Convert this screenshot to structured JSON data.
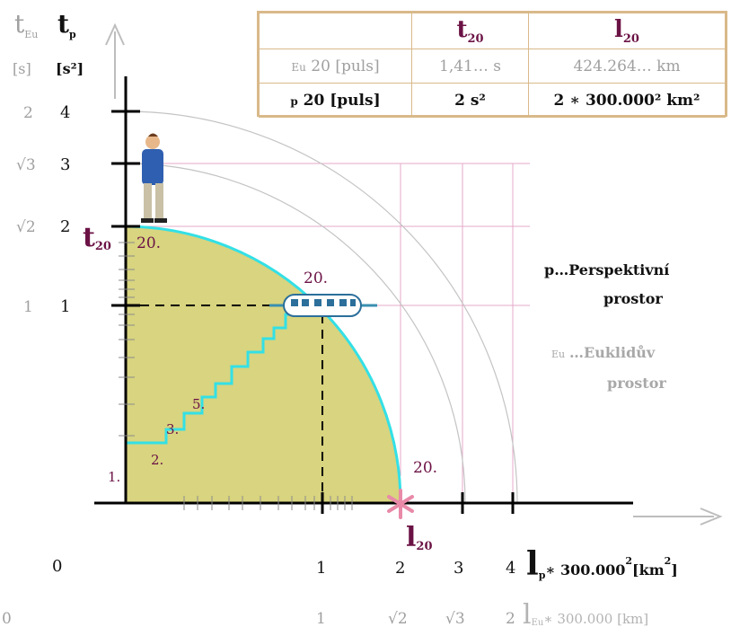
{
  "table": {
    "col_t": "t",
    "col_t_sub": "20",
    "col_l": "l",
    "col_l_sub": "20",
    "row_eu": {
      "tag": "Eu",
      "label": "20 [puls]",
      "t": "1,41… s",
      "l": "424.264… km"
    },
    "row_p": {
      "tag": "p",
      "label": "20 [puls]",
      "t": "2 s²",
      "l": "2 ∗ 300.000² km²"
    }
  },
  "axes": {
    "t_eu": "t",
    "t_eu_sub": "Eu",
    "t_p": "t",
    "t_p_sub": "p",
    "unit_eu": "[s]",
    "unit_p": "[s²]",
    "y_ticks_p": [
      "1",
      "2",
      "3",
      "4"
    ],
    "y_ticks_eu": [
      "1",
      "√2",
      "√3",
      "2"
    ],
    "x_ticks_p": [
      "0",
      "1",
      "2",
      "3",
      "4"
    ],
    "x_ticks_eu": [
      "0",
      "1",
      "√2",
      "√3",
      "2"
    ],
    "x_label_p": "l",
    "x_label_p_sub": "p",
    "x_label_p_unit": "∗ 300.000",
    "x_label_p_exp": "2",
    "x_label_p_br": "[km",
    "x_label_p_br_exp": "2",
    "x_label_p_close": "]",
    "x_label_eu": "l",
    "x_label_eu_sub": "Eu",
    "x_label_eu_unit": "∗ 300.000 [km]"
  },
  "marks": {
    "t20": "t",
    "t20_sub": "20",
    "l20": "l",
    "l20_sub": "20",
    "step_labels": [
      "1.",
      "2.",
      "3.",
      "5."
    ],
    "label_top": "20.",
    "label_mid": "20.",
    "label_right": "20."
  },
  "legend": {
    "p_line1": "p…Perspektivní",
    "p_line2": "prostor",
    "eu_tag": "Eu",
    "eu_line1": "…Euklidův",
    "eu_line2": "prostor"
  },
  "colors": {
    "fill": "#d8d47f",
    "curve": "#33e0e6",
    "label": "#6b1245",
    "grid": "#e6a9c8",
    "arc": "#bdbdbd"
  }
}
